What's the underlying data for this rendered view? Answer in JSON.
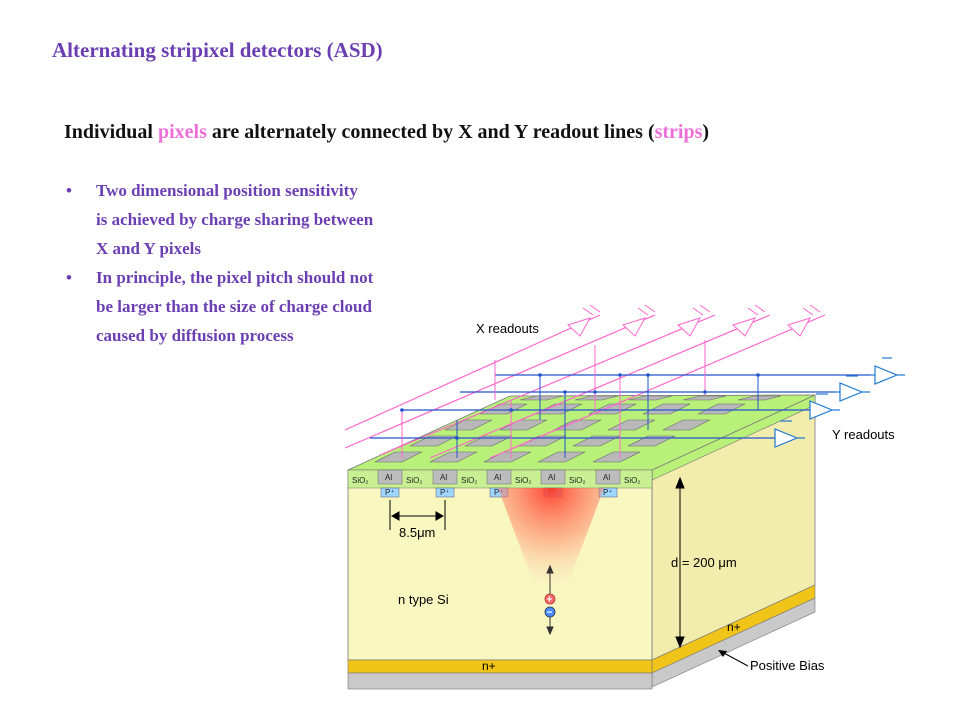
{
  "title": "Alternating stripixel detectors (ASD)",
  "subtitle": {
    "part1": "Individual ",
    "pixels": "pixels",
    "part2": " are alternately connected by X and Y readout lines (",
    "strips": "strips",
    "part3": ")"
  },
  "bullets": [
    {
      "marker": "•",
      "lines": [
        "Two dimensional position sensitivity",
        "is achieved by charge sharing between",
        "X and Y pixels"
      ]
    },
    {
      "marker": "•",
      "lines": [
        "In principle, the pixel pitch should not",
        "be larger than the size of charge cloud",
        "caused by diffusion process"
      ]
    }
  ],
  "diagram": {
    "x_readouts": "X readouts",
    "y_readouts": "Y readouts",
    "pitch": "8.5μm",
    "thickness": "d = 200 μm",
    "bulk": "n type Si",
    "n_plus_side": "n+",
    "n_plus_bottom": "n+",
    "positive_bias": "Positive Bias",
    "al": "Al",
    "sio2": "SiO₂",
    "p_plus": "P⁺",
    "plus_sign": "+",
    "minus_sign": "−",
    "colors": {
      "silicon": "#f9f7c0",
      "silicon_side": "#f2ecad",
      "oxide": "#b8f07a",
      "n_plus": "#f1c419",
      "pixel": "#b8b8b8",
      "x_line": "#ff66cc",
      "y_line": "#2255cc",
      "amplifier": "#1f78d1"
    }
  }
}
